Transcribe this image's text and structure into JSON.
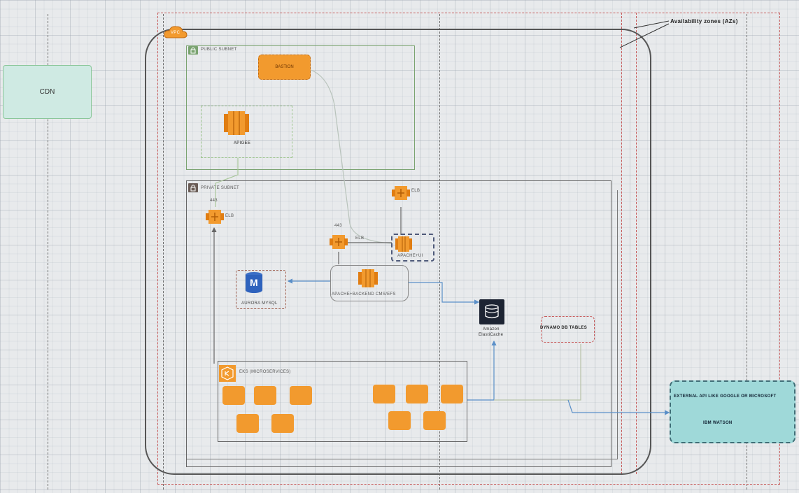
{
  "colors": {
    "orange": "#f29a2e",
    "subnet_public": "#7aa370",
    "az_border": "#c75a5a",
    "external_fill": "#9fd9d9",
    "cdn_fill": "#cfeae3"
  },
  "labels": {
    "availability_zones": "Availability zones (AZs)",
    "cdn": "CDN",
    "vpc": "VPC",
    "public_subnet": "PUBLIC SUBNET",
    "private_subnet": "PRIVATE SUBNET",
    "bastion": "BASTION",
    "apigee": "APIGEE",
    "elb": "ELB",
    "port_443": "443",
    "apache_ui": "APACHE+UI",
    "aurora_mysql": "AURORA MYSQL",
    "apache_backend": "APACHE+BACKEND CMS/EFS",
    "elasticache_line1": "Amazon",
    "elasticache_line2": "ElastiCache",
    "dynamo_tables": "DYNAMO DB TABLES",
    "eks": "EKS (MICROSERVICES)",
    "external_line1": "EXTERNAL API LIKE GOOGLE OR MICROSOFT",
    "external_line2": "IBM WATSON",
    "aurora_glyph": "M"
  },
  "icons": {
    "vpc": "cloud-icon",
    "public_subnet": "lock-icon",
    "private_subnet": "lock-icon",
    "compute": "ec2-instance-icon",
    "load_balancer": "elb-icon",
    "database": "aurora-database-icon",
    "cache": "elasticache-icon",
    "kubernetes": "eks-icon"
  }
}
